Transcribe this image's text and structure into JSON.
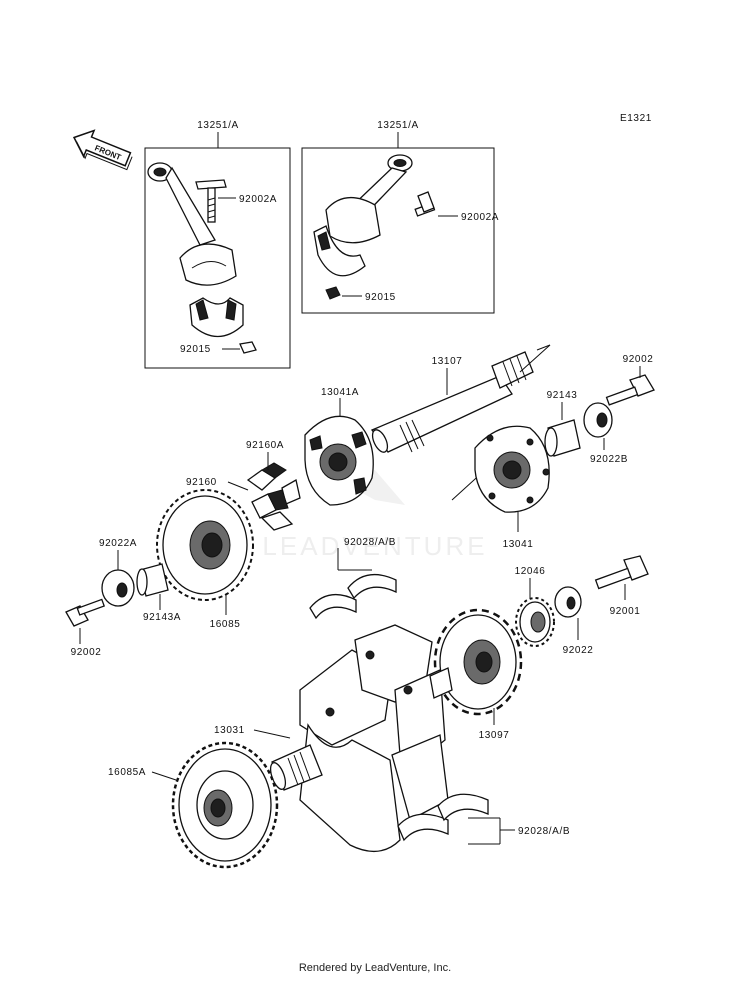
{
  "code": "E1321",
  "front_label": "FRONT",
  "watermark": "LEADVENTURE",
  "footer": "Rendered by LeadVenture, Inc.",
  "labels": {
    "conrod_left": "13251/A",
    "conrod_right": "13251/A",
    "bolt_left": "92002A",
    "bolt_right": "92002A",
    "nut_left": "92015",
    "nut_right": "92015",
    "shaft": "13107",
    "bolt_top_right": "92002",
    "collar_top": "92143",
    "washer_top": "92022B",
    "damper_left": "13041A",
    "damper_right": "13041",
    "rubber_a": "92160A",
    "rubber": "92160",
    "gear_upper": "16085",
    "washer_left": "92022A",
    "collar_left": "92143A",
    "bolt_left_lower": "92002",
    "bearing_upper": "92028/A/B",
    "gear_small": "12046",
    "bolt_right_lower": "92001",
    "washer_right": "92022",
    "sprocket": "13097",
    "crankshaft": "13031",
    "gear_lower": "16085A",
    "bearing_lower": "92028/A/B"
  }
}
